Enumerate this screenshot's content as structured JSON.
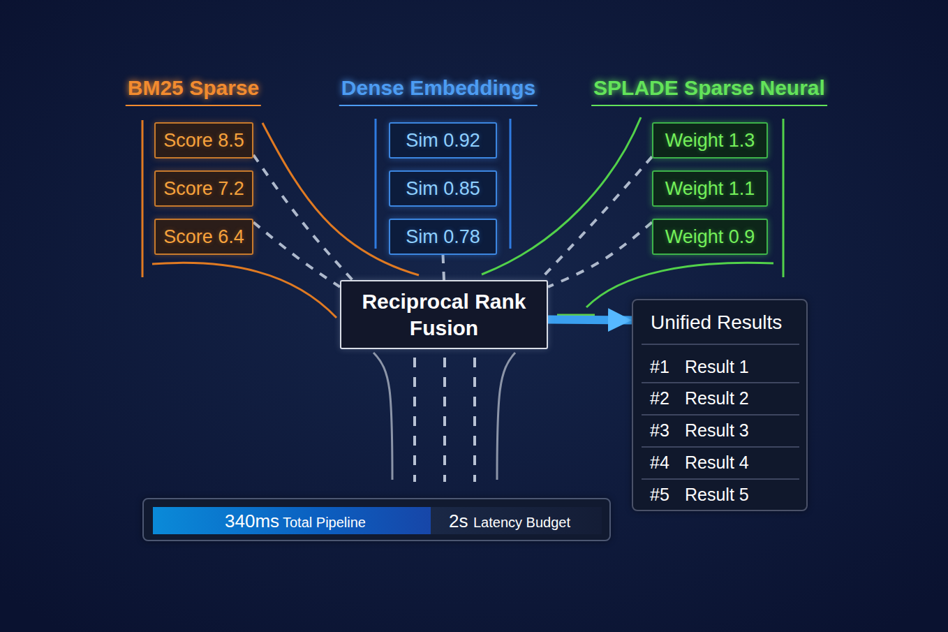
{
  "diagram": {
    "nodes": [
      {
        "text": [
          "Score 8.5"
        ]
      },
      {
        "text": [
          "Score 7.2"
        ]
      },
      {
        "text": [
          "Score 6.4"
        ]
      },
      {
        "text": [
          "Sim 0.92"
        ]
      },
      {
        "text": [
          "Sim 0.85"
        ]
      },
      {
        "text": [
          "Sim 0.78"
        ]
      },
      {
        "text": [
          "Weight 1.3"
        ]
      },
      {
        "text": [
          "Weight 1.1"
        ]
      },
      {
        "text": [
          "Weight 0.9"
        ]
      },
      {
        "text": [
          "Reciprocal Rank Fusion"
        ]
      },
      {
        "text": [
          "Unified Results",
          "#1",
          "Result 1",
          "#2",
          "Result 2",
          "#3",
          "Result 3",
          "#4",
          "Result 4",
          "#5",
          "Result 5"
        ]
      },
      {
        "text": [
          "340ms",
          "Total Pipeline",
          "2s",
          "Latency Budget"
        ]
      }
    ],
    "edges": [
      {
        "from": 0,
        "to": 9,
        "arrow": "none"
      },
      {
        "from": 2,
        "to": 9,
        "arrow": "none"
      },
      {
        "from": 5,
        "to": 9,
        "arrow": "none"
      },
      {
        "from": 6,
        "to": 9,
        "arrow": "none"
      },
      {
        "from": 8,
        "to": 9,
        "arrow": "none"
      },
      {
        "from": 9,
        "to": 10,
        "arrow": "to"
      }
    ],
    "labels": [
      "BM25 Sparse",
      "Dense Embeddings",
      "SPLADE Sparse Neural"
    ]
  }
}
